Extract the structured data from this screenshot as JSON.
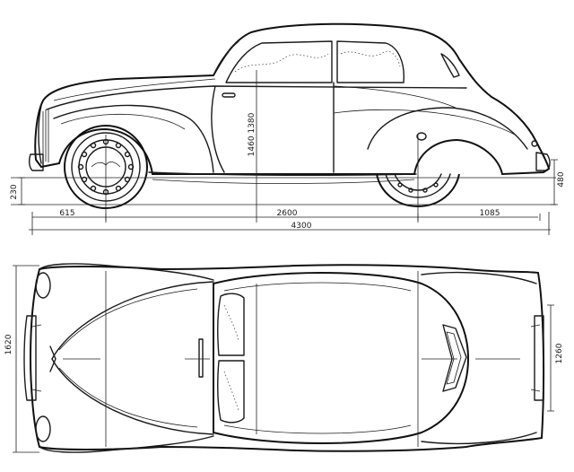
{
  "side_view": {
    "door_height_label": "1460 1380",
    "ground_clearance_label": "230",
    "rear_overhang_height_label": "480",
    "front_overhang_label": "615",
    "wheelbase_label": "2600",
    "rear_overhang_label": "1085",
    "overall_length_label": "4300"
  },
  "top_view": {
    "overall_width_label": "1620",
    "rear_track_label": "1260"
  }
}
